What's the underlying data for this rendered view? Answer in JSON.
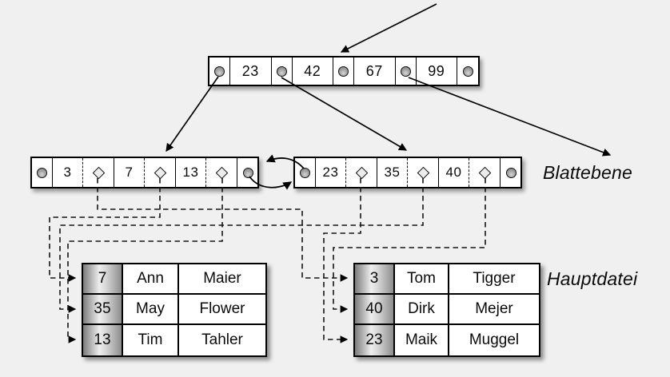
{
  "labels": {
    "leaf_level": "Blattebene",
    "main_file": "Hauptdatei"
  },
  "root_node": {
    "keys": [
      "23",
      "42",
      "67",
      "99"
    ]
  },
  "leaf_nodes": {
    "left": {
      "keys": [
        "3",
        "7",
        "13"
      ]
    },
    "right": {
      "keys": [
        "23",
        "35",
        "40"
      ]
    }
  },
  "main_file_tables": {
    "left": {
      "rows": [
        {
          "key": "7",
          "first_name": "Ann",
          "last_name": "Maier"
        },
        {
          "key": "35",
          "first_name": "May",
          "last_name": "Flower"
        },
        {
          "key": "13",
          "first_name": "Tim",
          "last_name": "Tahler"
        }
      ]
    },
    "right": {
      "rows": [
        {
          "key": "3",
          "first_name": "Tom",
          "last_name": "Tigger"
        },
        {
          "key": "40",
          "first_name": "Dirk",
          "last_name": "Mejer"
        },
        {
          "key": "23",
          "first_name": "Maik",
          "last_name": "Muggel"
        }
      ]
    }
  },
  "icons": {
    "node_pointer": "circle-icon",
    "record_reference": "diamond-icon"
  },
  "colors": {
    "background": "#f1f0f0",
    "box_fill": "#ffffff",
    "line": "#000000",
    "pointer_gray": "#a7a7a7",
    "key_column_gradient": [
      "#7c7c7c",
      "#ededed",
      "#8d8d8d"
    ]
  }
}
